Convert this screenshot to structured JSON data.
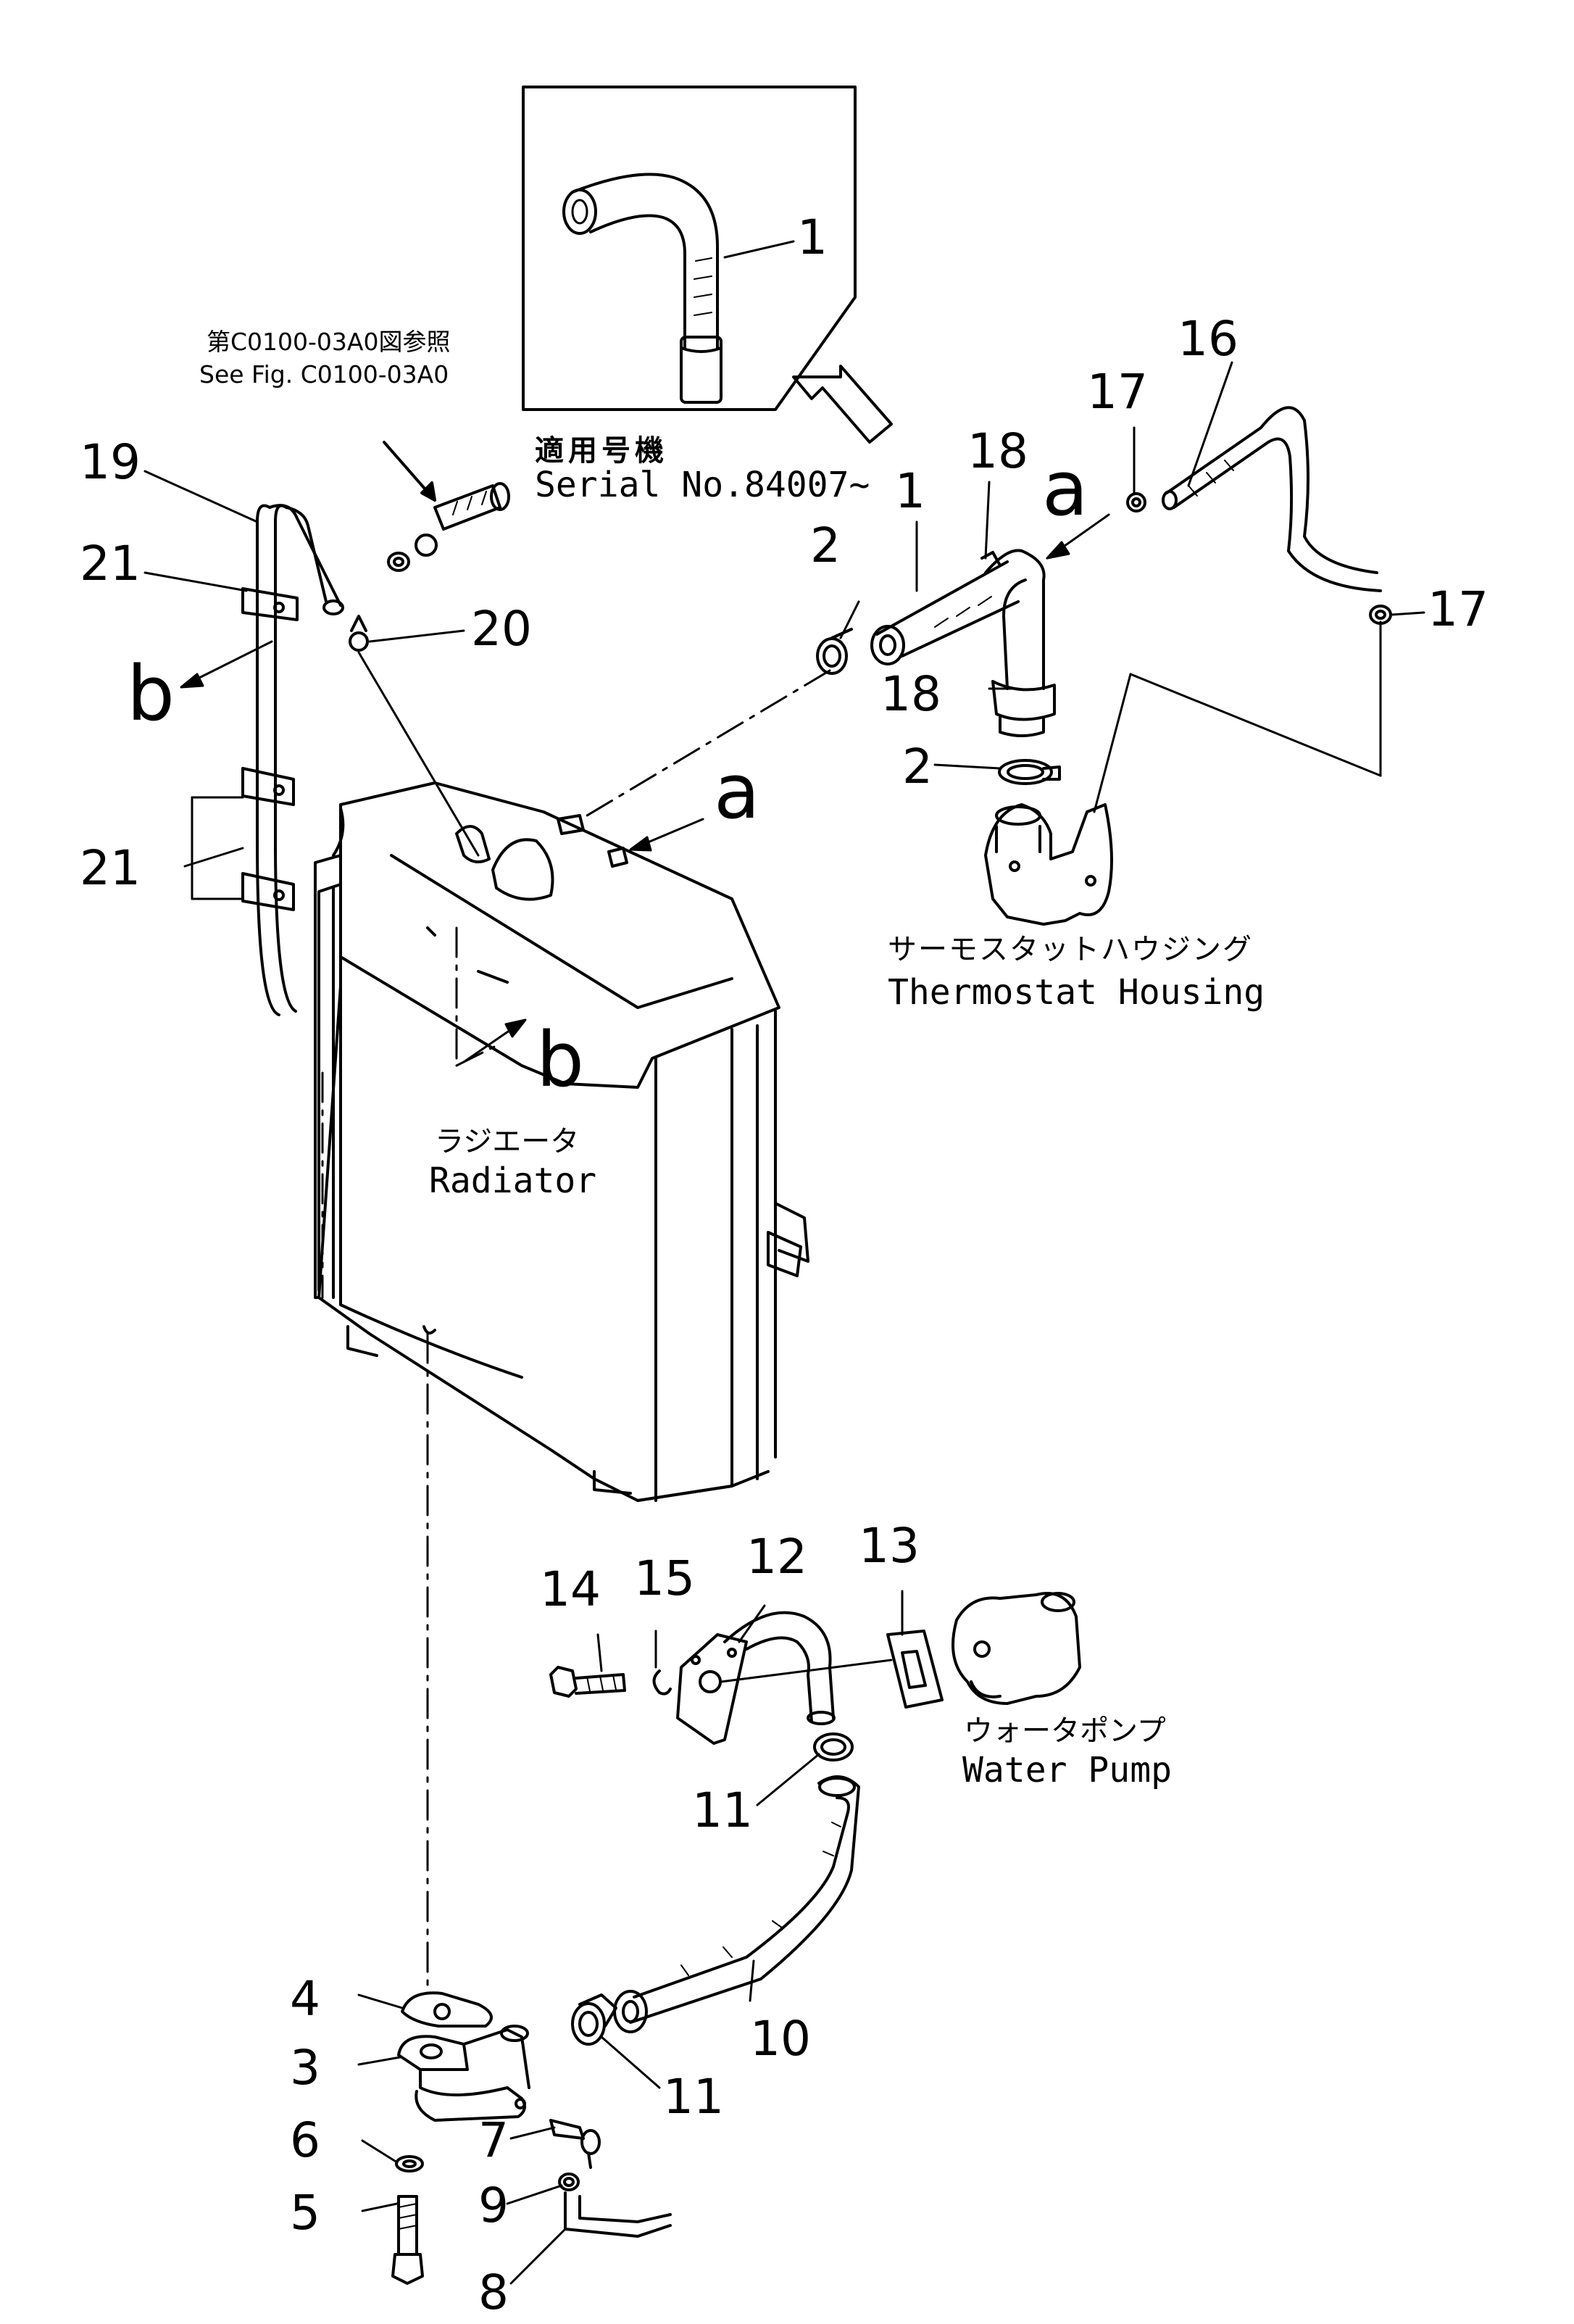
{
  "inset": {
    "applicability_jp": "適用号機",
    "serial": "Serial No.84007~"
  },
  "reference": {
    "jp": "第C0100-03A0図参照",
    "en": "See Fig. C0100-03A0"
  },
  "components": {
    "thermostat_housing_jp": "サーモスタットハウジング",
    "thermostat_housing_en": "Thermostat Housing",
    "radiator_jp": "ラジエータ",
    "radiator_en": "Radiator",
    "water_pump_jp": "ウォータポンプ",
    "water_pump_en": "Water Pump"
  },
  "view_letters": [
    "a",
    "a",
    "b",
    "b"
  ],
  "callouts": [
    "1",
    "1",
    "2",
    "2",
    "3",
    "4",
    "5",
    "6",
    "7",
    "8",
    "9",
    "10",
    "11",
    "11",
    "12",
    "13",
    "14",
    "15",
    "16",
    "17",
    "17",
    "18",
    "18",
    "19",
    "20",
    "21",
    "21"
  ]
}
